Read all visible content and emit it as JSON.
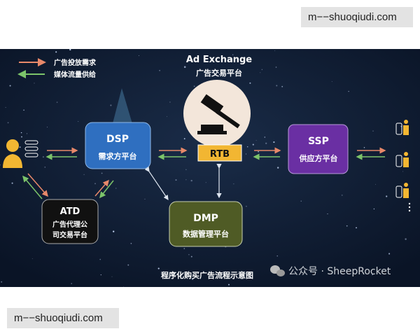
{
  "watermark": "m−−shuoqiudi.com",
  "legend": [
    {
      "label": "广告投放需求",
      "color": "#e8896a"
    },
    {
      "label": "媒体流量供给",
      "color": "#7cc46a"
    }
  ],
  "exchange": {
    "title": "Ad Exchange",
    "subtitle": "广告交易平台",
    "rtb": "RTB"
  },
  "nodes": {
    "dsp": {
      "title": "DSP",
      "subtitle": "需求方平台",
      "color": "#2f6fc0"
    },
    "ssp": {
      "title": "SSP",
      "subtitle": "供应方平台",
      "color": "#6a2fa3"
    },
    "atd": {
      "title": "ATD",
      "line1": "广告代理公",
      "line2": "司交易平台",
      "color": "#111111"
    },
    "dmp": {
      "title": "DMP",
      "subtitle": "数据管理平台",
      "color": "#4f5b25"
    }
  },
  "caption": "程序化购买广告流程示意图",
  "credit": "公众号 · SheepRocket",
  "colors": {
    "background": "#0d1a2e",
    "rtb": "#f2b632",
    "icon": "#f2b632"
  }
}
